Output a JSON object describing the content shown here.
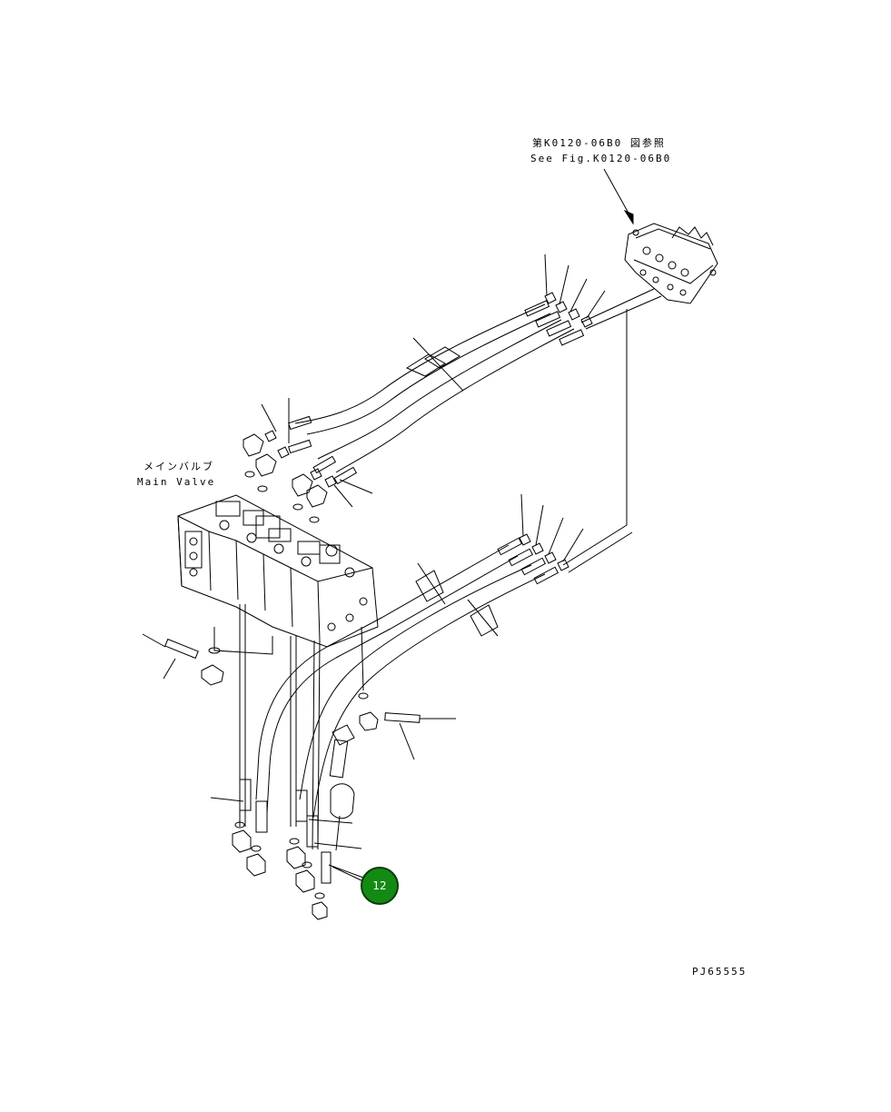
{
  "reference": {
    "jp": "第K0120-06B0 図参照",
    "en": "See Fig.K0120-06B0"
  },
  "main_valve": {
    "jp": "メインバルブ",
    "en": "Main Valve"
  },
  "callout": {
    "number": "12",
    "color": "#138a13"
  },
  "drawing_id": "PJ65555"
}
